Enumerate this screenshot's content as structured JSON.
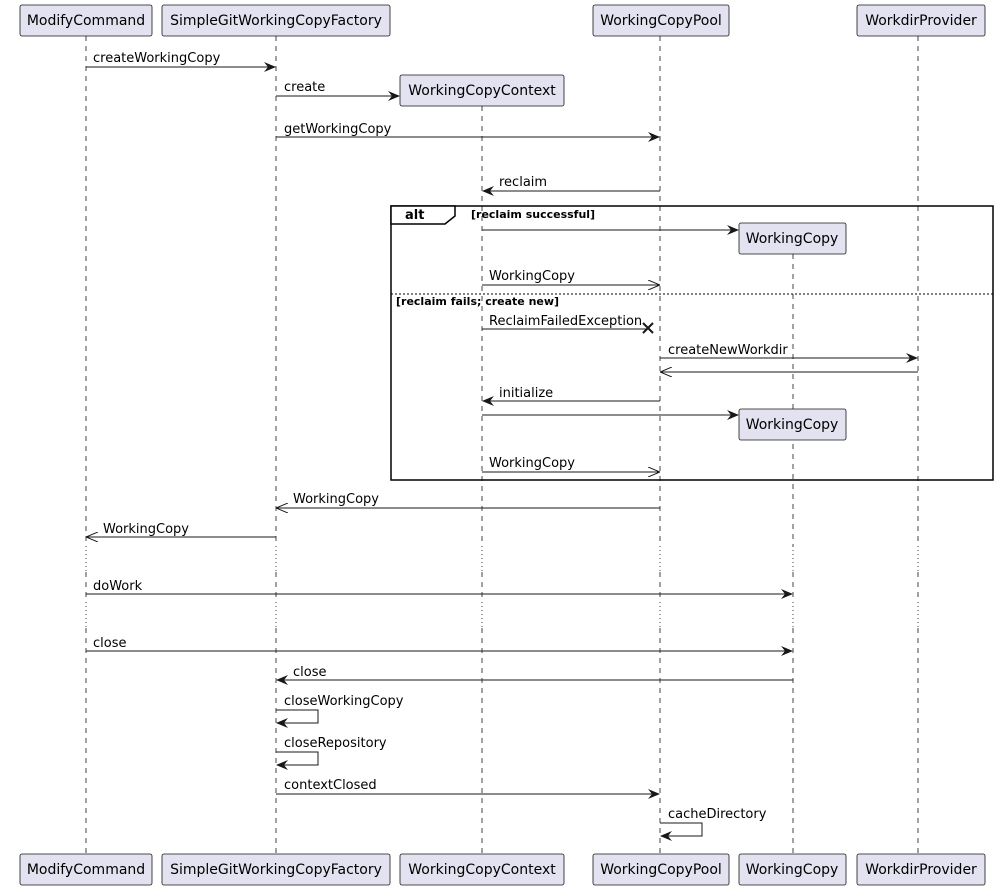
{
  "participants": {
    "modify_command": "ModifyCommand",
    "factory": "SimpleGitWorkingCopyFactory",
    "context": "WorkingCopyContext",
    "pool": "WorkingCopyPool",
    "working_copy": "WorkingCopy",
    "workdir_provider": "WorkdirProvider"
  },
  "messages": {
    "create_working_copy": "createWorkingCopy",
    "create": "create",
    "get_working_copy": "getWorkingCopy",
    "reclaim": "reclaim",
    "return_working_copy_1": "WorkingCopy",
    "reclaim_failed": "ReclaimFailedException",
    "create_new_workdir": "createNewWorkdir",
    "initialize": "initialize",
    "return_working_copy_2": "WorkingCopy",
    "return_working_copy_3": "WorkingCopy",
    "return_working_copy_4": "WorkingCopy",
    "do_work": "doWork",
    "close_1": "close",
    "close_2": "close",
    "close_working_copy": "closeWorkingCopy",
    "close_repository": "closeRepository",
    "context_closed": "contextClosed",
    "cache_directory": "cacheDirectory"
  },
  "alt_frame": {
    "keyword": "alt",
    "guard_1": "[reclaim successful]",
    "guard_2": "[reclaim fails; create new]"
  }
}
